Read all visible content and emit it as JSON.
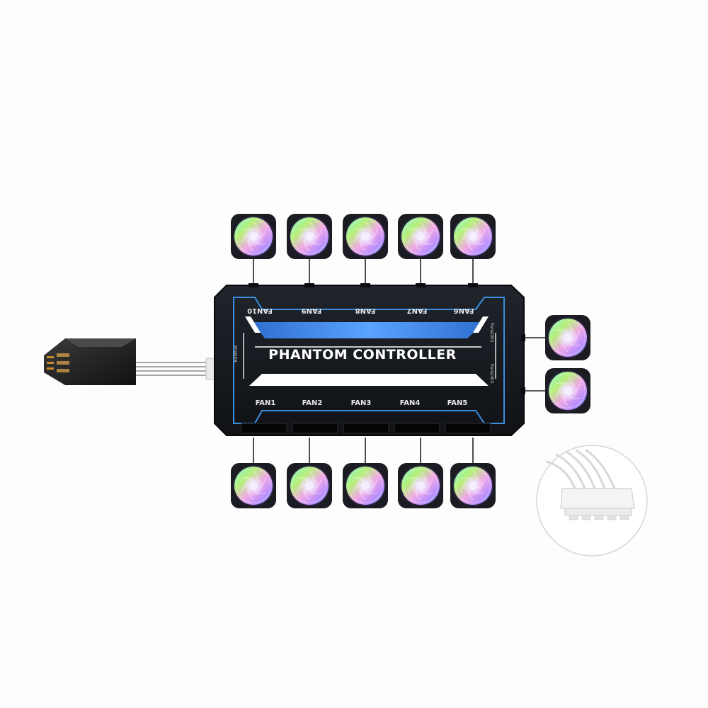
{
  "controller": {
    "title": "PHANTOM CONTROLLER",
    "side_left_label": "POWER",
    "side_right_top_label": "Fans(8)1",
    "side_right_bottom_label": "Fans(8)1",
    "top_ports": [
      "FAN10",
      "FAN9",
      "FAN8",
      "FAN7",
      "FAN6"
    ],
    "bottom_ports": [
      "FAN1",
      "FAN2",
      "FAN3",
      "FAN4",
      "FAN5"
    ]
  },
  "colors": {
    "accent_blue": "#3a8fe0",
    "body": "#16181d",
    "connector_white": "#f2f2f2"
  }
}
